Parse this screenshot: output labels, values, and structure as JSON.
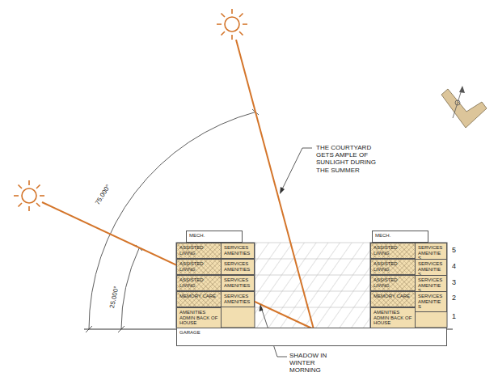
{
  "diagram": {
    "nodes": [
      {
        "text": [
          "MECH."
        ]
      },
      {
        "text": [
          "ASSISTED LIVING"
        ]
      },
      {
        "text": [
          "SERVICES AMENITIES"
        ]
      },
      {
        "text": [
          "ASSISTED LIVING"
        ]
      },
      {
        "text": [
          "SERVICES AMENITIES"
        ]
      },
      {
        "text": [
          "ASSISTED LIVING"
        ]
      },
      {
        "text": [
          "SERVICES AMENITIES"
        ]
      },
      {
        "text": [
          "MEMORY CARE"
        ]
      },
      {
        "text": [
          "SERVICES AMENITIES"
        ]
      },
      {
        "text": [
          "AMENITIES ADMIN BACK OF HOUSE"
        ]
      },
      {
        "text": [
          "MECH."
        ]
      },
      {
        "text": [
          "ASSISTED LIVING"
        ]
      },
      {
        "text": [
          "SERVICES AMENITIES"
        ]
      },
      {
        "text": [
          "ASSISTED LIVING"
        ]
      },
      {
        "text": [
          "SERVICES AMENITIES"
        ]
      },
      {
        "text": [
          "ASSISTED LIVING"
        ]
      },
      {
        "text": [
          "SERVICES AMENITIES"
        ]
      },
      {
        "text": [
          "MEMORY CARE"
        ]
      },
      {
        "text": [
          "SERVICES AMENITIES"
        ]
      },
      {
        "text": [
          "AMENITIES ADMIN BACK OF HOUSE"
        ]
      },
      {
        "text": [
          "GARAGE"
        ]
      }
    ],
    "labels": [
      "75.000°",
      "25.000°",
      "THE COURTYARD GETS AMPLE OF SUNLIGHT DURING THE SUMMER",
      "SHADOW IN WINTER MORNING",
      "5",
      "4",
      "3",
      "2",
      "1"
    ]
  }
}
